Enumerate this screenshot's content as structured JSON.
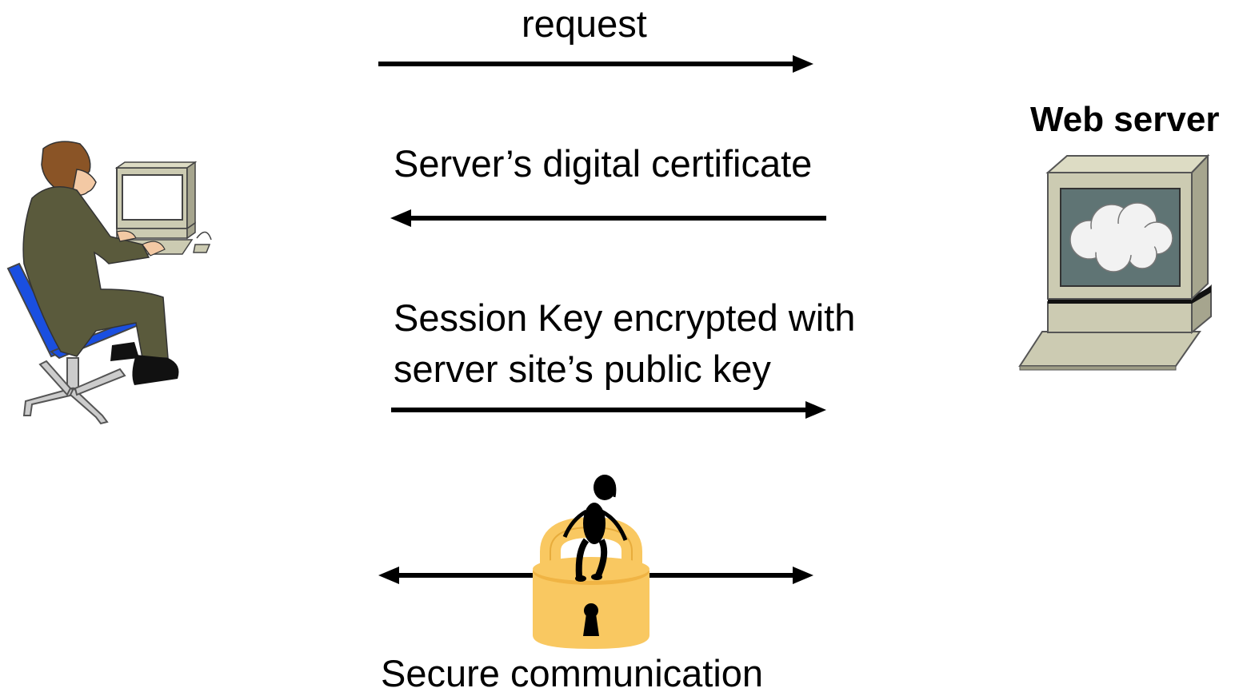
{
  "messages": {
    "request": "request",
    "certificate": "Server’s digital certificate",
    "session_line1": "Session Key encrypted with",
    "session_line2": "server site’s public key",
    "secure": "Secure communication"
  },
  "server": {
    "title": "Web server",
    "icon": "web-server-icon"
  },
  "client": {
    "icon": "user-at-computer-icon"
  },
  "lock": {
    "icon": "padlock-with-eavesdropper-icon"
  },
  "colors": {
    "arrow": "#000000",
    "lock_body": "#f9c861",
    "server_case": "#cccbb2",
    "server_screen": "#5f7474",
    "chair": "#1a4fe0",
    "suit": "#5a5a3c",
    "hair": "#8a5426"
  }
}
